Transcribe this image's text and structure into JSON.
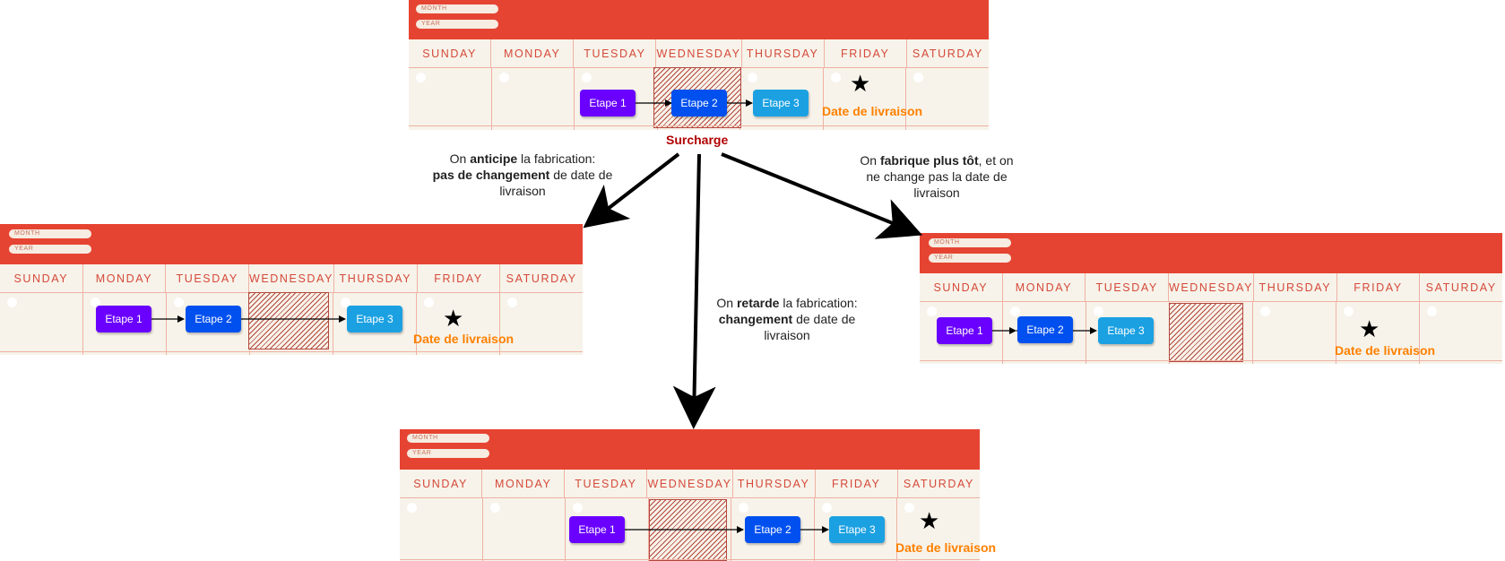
{
  "calendar": {
    "month_label": "MONTH",
    "year_label": "YEAR",
    "days": [
      "SUNDAY",
      "MONDAY",
      "TUESDAY",
      "WEDNESDAY",
      "THURSDAY",
      "FRIDAY",
      "SATURDAY"
    ]
  },
  "steps": {
    "step1": "Etape 1",
    "step2": "Etape 2",
    "step3": "Etape 3"
  },
  "delivery_label": "Date de livraison",
  "surcharge_label": "Surcharge",
  "notes": {
    "left": {
      "t1": "On ",
      "b1": "anticipe",
      "t2": " la fabrication:",
      "b2": "pas de changement",
      "t3": " de date de livraison"
    },
    "middle": {
      "t1": "On ",
      "b1": "retarde",
      "t2": " la fabrication:",
      "b2": "changement",
      "t3": " de date de livraison"
    },
    "right": {
      "t1": "On ",
      "b1": "fabrique plus tôt",
      "t2": ", et on ne change pas la date de livraison"
    }
  },
  "colors": {
    "header": "#e64432",
    "step1": "#6a00ff",
    "step2": "#0050ef",
    "step3": "#1ba1e2",
    "delivery": "#ff8000",
    "surcharge": "#b20000"
  }
}
